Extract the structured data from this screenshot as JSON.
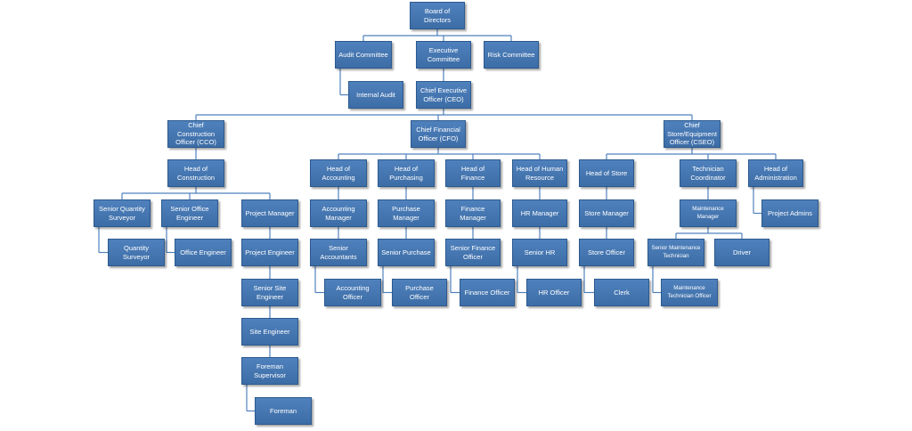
{
  "org_chart": {
    "nodes": [
      {
        "id": "board",
        "label": "Board of Directors"
      },
      {
        "id": "audit",
        "label": "Audit Committee"
      },
      {
        "id": "exec",
        "label": "Executive Committee"
      },
      {
        "id": "risk",
        "label": "Risk Committee"
      },
      {
        "id": "internal_audit",
        "label": "Internal Audit"
      },
      {
        "id": "ceo",
        "label": "Chief Executive Officer (CEO)"
      },
      {
        "id": "cco",
        "label": "Chief Construction Officer (CCO)"
      },
      {
        "id": "cfo",
        "label": "Chief Financial Officer (CFO)"
      },
      {
        "id": "cseo",
        "label": "Chief Store/Equipment Officer (CSEO)"
      },
      {
        "id": "head_construction",
        "label": "Head of Construction"
      },
      {
        "id": "sr_qs",
        "label": "Senior Quantity Surveyor"
      },
      {
        "id": "sr_office_eng",
        "label": "Senior Office Engineer"
      },
      {
        "id": "project_manager",
        "label": "Project Manager"
      },
      {
        "id": "qs",
        "label": "Quantity Surveyor"
      },
      {
        "id": "office_eng",
        "label": "Office Engineer"
      },
      {
        "id": "project_eng",
        "label": "Project Engineer"
      },
      {
        "id": "sr_site_eng",
        "label": "Senior Site Engineer"
      },
      {
        "id": "site_eng",
        "label": "Site Engineer"
      },
      {
        "id": "foreman_sup",
        "label": "Foreman Supervisor"
      },
      {
        "id": "foreman",
        "label": "Foreman"
      },
      {
        "id": "head_accounting",
        "label": "Head of Accounting"
      },
      {
        "id": "head_purchasing",
        "label": "Head of Purchasing"
      },
      {
        "id": "head_finance",
        "label": "Head of Finance"
      },
      {
        "id": "head_hr",
        "label": "Head of Human Resource"
      },
      {
        "id": "acc_manager",
        "label": "Accounting Manager"
      },
      {
        "id": "purch_manager",
        "label": "Purchase Manager"
      },
      {
        "id": "fin_manager",
        "label": "Finance Manager"
      },
      {
        "id": "hr_manager",
        "label": "HR Manager"
      },
      {
        "id": "sr_accountants",
        "label": "Senior Accountants"
      },
      {
        "id": "sr_purchase",
        "label": "Senior Purchase"
      },
      {
        "id": "sr_fin_officer",
        "label": "Senior Finance Officer"
      },
      {
        "id": "sr_hr",
        "label": "Senior HR"
      },
      {
        "id": "acc_officer",
        "label": "Accounting Officer"
      },
      {
        "id": "purch_officer",
        "label": "Purchase Officer"
      },
      {
        "id": "fin_officer",
        "label": "Finance Officer"
      },
      {
        "id": "hr_officer",
        "label": "HR Officer"
      },
      {
        "id": "head_store",
        "label": "Head of Store"
      },
      {
        "id": "tech_coord",
        "label": "Technician Coordinator"
      },
      {
        "id": "head_admin",
        "label": "Head of Administration"
      },
      {
        "id": "store_manager",
        "label": "Store Manager"
      },
      {
        "id": "maint_manager",
        "label": "Maintenance Manager"
      },
      {
        "id": "project_admins",
        "label": "Project Admins"
      },
      {
        "id": "store_officer",
        "label": "Store Officer"
      },
      {
        "id": "sr_maint_tech",
        "label": "Senior Maintenance Technician"
      },
      {
        "id": "driver",
        "label": "Driver"
      },
      {
        "id": "clerk",
        "label": "Clerk"
      },
      {
        "id": "maint_tech_officer",
        "label": "Maintenance Technician Officer"
      }
    ],
    "edges": [
      [
        "board",
        "audit"
      ],
      [
        "board",
        "exec"
      ],
      [
        "board",
        "risk"
      ],
      [
        "audit",
        "internal_audit"
      ],
      [
        "exec",
        "ceo"
      ],
      [
        "ceo",
        "cco"
      ],
      [
        "ceo",
        "cfo"
      ],
      [
        "ceo",
        "cseo"
      ],
      [
        "cco",
        "head_construction"
      ],
      [
        "head_construction",
        "sr_qs"
      ],
      [
        "head_construction",
        "sr_office_eng"
      ],
      [
        "head_construction",
        "project_manager"
      ],
      [
        "sr_qs",
        "qs"
      ],
      [
        "sr_office_eng",
        "office_eng"
      ],
      [
        "project_manager",
        "project_eng"
      ],
      [
        "project_eng",
        "sr_site_eng"
      ],
      [
        "sr_site_eng",
        "site_eng"
      ],
      [
        "site_eng",
        "foreman_sup"
      ],
      [
        "foreman_sup",
        "foreman"
      ],
      [
        "cfo",
        "head_accounting"
      ],
      [
        "cfo",
        "head_purchasing"
      ],
      [
        "cfo",
        "head_finance"
      ],
      [
        "cfo",
        "head_hr"
      ],
      [
        "head_accounting",
        "acc_manager"
      ],
      [
        "head_purchasing",
        "purch_manager"
      ],
      [
        "head_finance",
        "fin_manager"
      ],
      [
        "head_hr",
        "hr_manager"
      ],
      [
        "acc_manager",
        "sr_accountants"
      ],
      [
        "purch_manager",
        "sr_purchase"
      ],
      [
        "fin_manager",
        "sr_fin_officer"
      ],
      [
        "hr_manager",
        "sr_hr"
      ],
      [
        "sr_accountants",
        "acc_officer"
      ],
      [
        "sr_purchase",
        "purch_officer"
      ],
      [
        "sr_fin_officer",
        "fin_officer"
      ],
      [
        "sr_hr",
        "hr_officer"
      ],
      [
        "cseo",
        "head_store"
      ],
      [
        "cseo",
        "tech_coord"
      ],
      [
        "cseo",
        "head_admin"
      ],
      [
        "head_store",
        "store_manager"
      ],
      [
        "store_manager",
        "store_officer"
      ],
      [
        "store_officer",
        "clerk"
      ],
      [
        "tech_coord",
        "maint_manager"
      ],
      [
        "maint_manager",
        "sr_maint_tech"
      ],
      [
        "maint_manager",
        "driver"
      ],
      [
        "sr_maint_tech",
        "maint_tech_officer"
      ],
      [
        "head_admin",
        "project_admins"
      ]
    ],
    "colors": {
      "box": "#4f81bd",
      "box_border": "#2c5a8f",
      "connector": "#4f81bd",
      "text": "#ffffff"
    }
  }
}
